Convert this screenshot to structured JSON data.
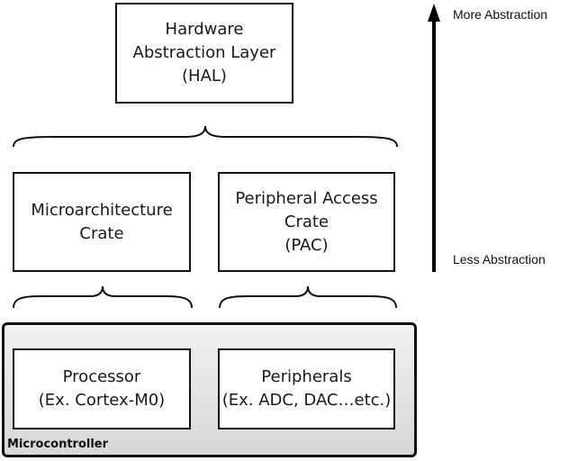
{
  "hal": {
    "lines": [
      "Hardware",
      "Abstraction Layer",
      "(HAL)"
    ]
  },
  "micro_crate": {
    "lines": [
      "Microarchitecture",
      "Crate"
    ]
  },
  "pac": {
    "lines": [
      "Peripheral Access",
      "Crate",
      "(PAC)"
    ]
  },
  "processor": {
    "lines": [
      "Processor",
      "(Ex. Cortex-M0)"
    ]
  },
  "peripherals": {
    "lines": [
      "Peripherals",
      "(Ex. ADC, DAC…etc.)"
    ]
  },
  "microcontroller": {
    "label": "Microcontroller"
  },
  "abstraction_axis": {
    "top_label": "More Abstraction",
    "bottom_label": "Less Abstraction"
  }
}
